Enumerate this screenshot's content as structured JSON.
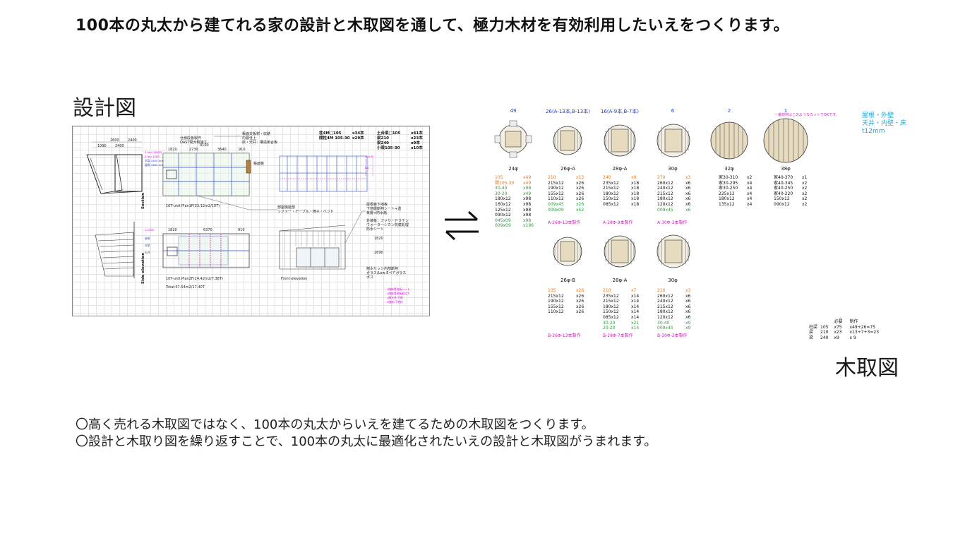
{
  "headline": "100本の丸太から建てれる家の設計と木取図を通して、極力木材を有効利用したいえをつくります。",
  "labels": {
    "design": "設計図",
    "lumber": "木取図"
  },
  "design_drawing": {
    "section_label": "Section",
    "side_elevation_label": "Side elevation",
    "front_elevation_label": "Front elevation",
    "plan1f": "10T-unit Plan1F(33.12m2/10T)",
    "plan2f": "10T-unit Plan2F(24.42m2/7.38T)",
    "total": "Total:57.54m2/17.40T",
    "table_left": [
      {
        "name": "柱4M□105",
        "qty": "x34本"
      },
      {
        "name": "間柱4M 105-30",
        "qty": "x29本"
      }
    ],
    "table_right": [
      {
        "name": "土台梁□105",
        "qty": "x41本"
      },
      {
        "name": "梁210",
        "qty": "x23本"
      },
      {
        "name": "梁240",
        "qty": "x9本"
      },
      {
        "name": "小梁105-30",
        "qty": "x10本"
      }
    ]
  },
  "arrow_icon": "swap-arrows-icon",
  "lumber": {
    "note_cyan": [
      "屋根・外壁",
      "天井・内壁・床",
      "t12mm"
    ],
    "note_magenta": "一番割材はこのようなカットでOKです。",
    "logs": [
      {
        "count": "49",
        "caption": "24φ"
      },
      {
        "count": "26(A-13本,B-13本)",
        "caption": "26φ-A"
      },
      {
        "count": "16(A-9本,B-7本)",
        "caption": "28φ-A"
      },
      {
        "count": "6",
        "caption": "30φ"
      },
      {
        "count": "2",
        "caption": "32φ"
      },
      {
        "count": "1",
        "caption": "38φ"
      }
    ],
    "logs_row2": [
      {
        "caption": "26φ-B"
      },
      {
        "caption": "28φ-A"
      },
      {
        "caption": "30φ"
      }
    ],
    "cutlists_row1": [
      [
        [
          "105",
          "x49",
          "o"
        ],
        [
          "間105-30",
          "x49",
          "o"
        ],
        [
          "30-40",
          "x98",
          "g"
        ],
        [
          "30-20",
          "x49",
          "g"
        ],
        [
          "180x12",
          "x98",
          "k"
        ],
        [
          "160x12",
          "x98",
          "k"
        ],
        [
          "125x12",
          "x98",
          "k"
        ],
        [
          "090x12",
          "x98",
          "k"
        ],
        [
          "045x09",
          "x98",
          "g"
        ],
        [
          "009x09",
          "x196",
          "g"
        ]
      ],
      [
        [
          "210",
          "x13",
          "o"
        ],
        [
          "215x12",
          "x26",
          "k"
        ],
        [
          "190x12",
          "x26",
          "k"
        ],
        [
          "155x12",
          "x26",
          "k"
        ],
        [
          "110x12",
          "x26",
          "k"
        ],
        [
          "009x45",
          "x26",
          "g"
        ],
        [
          "009x09",
          "x52",
          "g"
        ]
      ],
      [
        [
          "240",
          "x9",
          "o"
        ],
        [
          "235x12",
          "x18",
          "k"
        ],
        [
          "215x12",
          "x18",
          "k"
        ],
        [
          "180x12",
          "x18",
          "k"
        ],
        [
          "150x12",
          "x18",
          "k"
        ],
        [
          "085x12",
          "x18",
          "k"
        ]
      ],
      [
        [
          "270",
          "x3",
          "o"
        ],
        [
          "260x12",
          "x6",
          "k"
        ],
        [
          "240x12",
          "x6",
          "k"
        ],
        [
          "215x12",
          "x6",
          "k"
        ],
        [
          "180x12",
          "x6",
          "k"
        ],
        [
          "120x12",
          "x6",
          "k"
        ],
        [
          "009x45",
          "x6",
          "g"
        ]
      ],
      [
        [
          "家30-310",
          "x2",
          "k"
        ],
        [
          "家30-295",
          "x4",
          "k"
        ],
        [
          "家30-250",
          "x4",
          "k"
        ],
        [
          "225x12",
          "x4",
          "k"
        ],
        [
          "180x12",
          "x4",
          "k"
        ],
        [
          "135x12",
          "x4",
          "k"
        ]
      ],
      [
        [
          "家40-370",
          "x1",
          "k"
        ],
        [
          "家40-345",
          "x2",
          "k"
        ],
        [
          "家40-250",
          "x2",
          "k"
        ],
        [
          "家40-220",
          "x2",
          "k"
        ],
        [
          "150x12",
          "x2",
          "k"
        ],
        [
          "090x12",
          "x2",
          "k"
        ]
      ]
    ],
    "cutlists_row2": [
      [
        [
          "105",
          "x26",
          "o"
        ],
        [
          "215x12",
          "x26",
          "k"
        ],
        [
          "190x12",
          "x26",
          "k"
        ],
        [
          "155x12",
          "x26",
          "k"
        ],
        [
          "110x12",
          "x26",
          "k"
        ]
      ],
      [
        [
          "210",
          "x7",
          "o"
        ],
        [
          "235x12",
          "x14",
          "k"
        ],
        [
          "215x12",
          "x14",
          "k"
        ],
        [
          "180x12",
          "x14",
          "k"
        ],
        [
          "150x12",
          "x14",
          "k"
        ],
        [
          "085x12",
          "x14",
          "k"
        ],
        [
          "30-20",
          "x21",
          "g"
        ],
        [
          "20-20",
          "x14",
          "g"
        ]
      ],
      [
        [
          "210",
          "x3",
          "o"
        ],
        [
          "260x12",
          "x6",
          "k"
        ],
        [
          "240x12",
          "x6",
          "k"
        ],
        [
          "215x12",
          "x6",
          "k"
        ],
        [
          "180x12",
          "x6",
          "k"
        ],
        [
          "120x12",
          "x6",
          "k"
        ],
        [
          "30-40",
          "x9",
          "g"
        ],
        [
          "009x45",
          "x9",
          "g"
        ]
      ]
    ],
    "makers_row1": [
      "A-26Φ-13本製作",
      "A-28Φ-9本製作",
      "A-30Φ-3本製作"
    ],
    "makers_row2": [
      "B-26Φ-13本製作",
      "B-28Φ-7本製作",
      "B-30Φ-3本製作"
    ],
    "summary": {
      "header": [
        "",
        "",
        "必要",
        "制作"
      ],
      "rows": [
        [
          "柱梁",
          "105",
          "x75",
          "x49+26=75"
        ],
        [
          "梁",
          "210",
          "x23",
          "x13+7+3=23"
        ],
        [
          "梁",
          "240",
          "x9",
          "x 9"
        ]
      ]
    }
  },
  "body_lines": [
    "〇高く売れる木取図ではなく、100本の丸太からいえを建てるための木取図をつくります。",
    "〇設計と木取り図を繰り返すことで、100本の丸太に最適化されたいえの設計と木取図がうまれます。"
  ],
  "colors": {
    "accent_blue": "#1f3fcf",
    "orange": "#e8781e",
    "green": "#2f9a3c",
    "magenta": "#d020c0",
    "cyan": "#1fa8d8"
  }
}
